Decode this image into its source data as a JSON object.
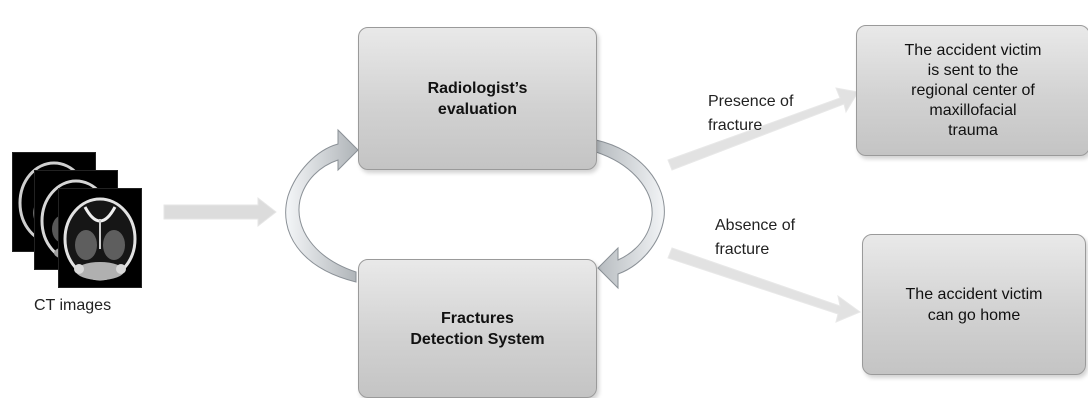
{
  "input": {
    "caption": "CT images"
  },
  "process": {
    "radiologist": "Radiologist’s\nevaluation",
    "system": "Fractures\nDetection System"
  },
  "branches": {
    "presence_label": "Presence of\nfracture",
    "absence_label": "Absence of\nfracture"
  },
  "outcomes": {
    "fracture": "The accident victim\nis sent to the\nregional center of\nmaxillofacial\ntrauma",
    "home": "The accident victim\ncan go home"
  }
}
